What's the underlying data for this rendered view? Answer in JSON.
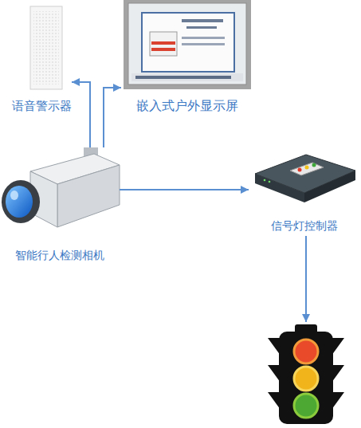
{
  "diagram": {
    "nodes": [
      {
        "text": [
          "语音警示器"
        ]
      },
      {
        "text": [
          "嵌入式户外显示屏"
        ]
      },
      {
        "text": [
          "智能行人检测相机"
        ]
      },
      {
        "text": [
          "信号灯控制器"
        ]
      }
    ],
    "edges": [
      {
        "from": 2,
        "to": 0,
        "arrow": "to"
      },
      {
        "from": 2,
        "to": 1,
        "arrow": "to"
      },
      {
        "from": 2,
        "to": 3,
        "arrow": "to"
      }
    ]
  }
}
